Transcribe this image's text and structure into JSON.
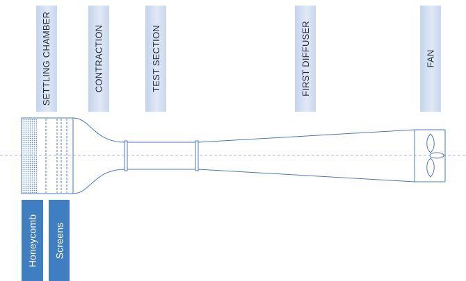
{
  "section_labels": {
    "settling_chamber": "SETTLING CHAMBER",
    "contraction": "CONTRACTION",
    "test_section": "TEST SECTION",
    "first_diffuser": "FIRST DIFFUSER",
    "fan": "FAN"
  },
  "component_labels": {
    "honeycomb": "Honeycomb",
    "screens": "Screens"
  },
  "colors": {
    "outline": "#4a78c4",
    "centerline": "#a9b9d1",
    "honeycomb_dots": "#6b8fcf",
    "top_label_fill": "#cfdcf1",
    "bottom_label_fill": "#3f7ec0"
  }
}
